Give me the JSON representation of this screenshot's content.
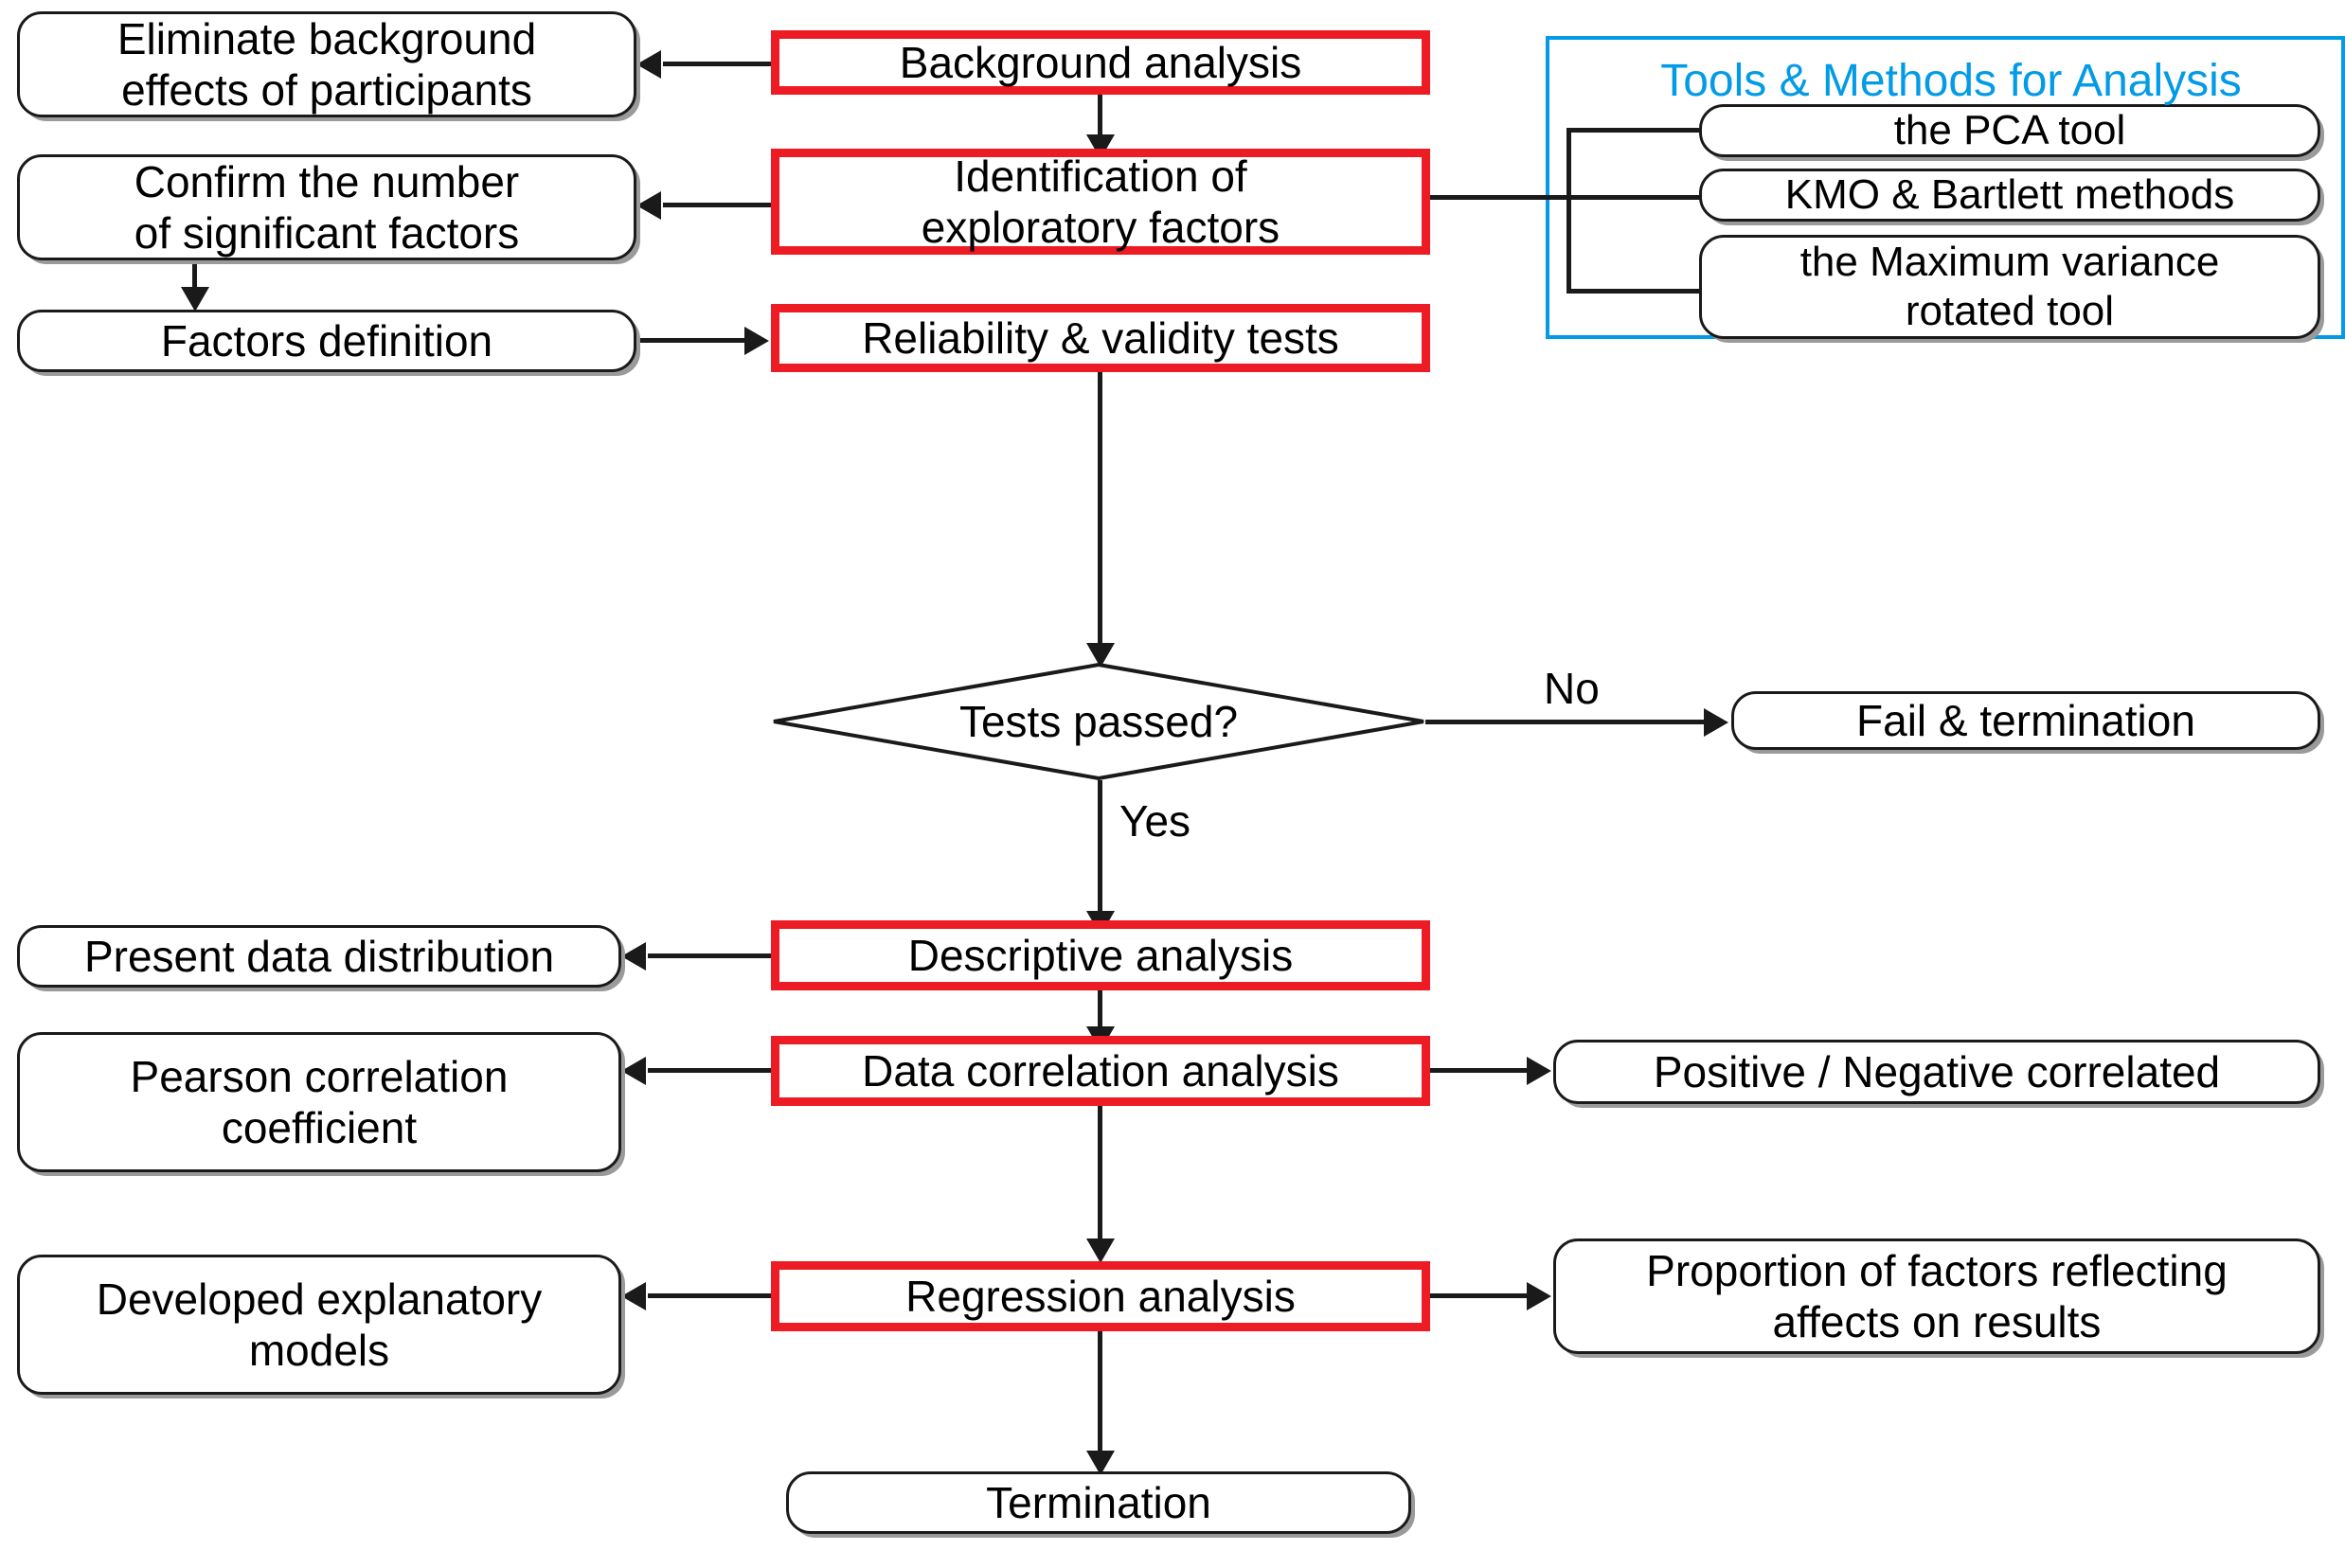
{
  "diagram": {
    "title": "Data analysis process flowchart",
    "colors": {
      "process_border": "#ED1C24",
      "panel_border": "#039BE5",
      "panel_title": "#039BE5",
      "node_border": "#1a1a1a",
      "connector": "#1a1a1a",
      "background": "#ffffff"
    }
  },
  "main_flow": {
    "background_analysis": "Background analysis",
    "identification": "Identification of\nexploratory factors",
    "reliability": "Reliability & validity tests",
    "decision": "Tests  passed?",
    "descriptive": "Descriptive analysis",
    "correlation": "Data correlation analysis",
    "regression": "Regression analysis",
    "termination": "Termination"
  },
  "left_outputs": {
    "eliminate": "Eliminate background\neffects of participants",
    "confirm": "Confirm the number\nof significant factors",
    "factors_definition": "Factors definition",
    "present_distribution": "Present data distribution",
    "pearson": "Pearson correlation\ncoefficient",
    "developed_models": "Developed explanatory\nmodels"
  },
  "right_outputs": {
    "fail": "Fail & termination",
    "correlated": "Positive / Negative correlated",
    "proportion": "Proportion of factors reflecting\naffects on results"
  },
  "tools_panel": {
    "title": "Tools & Methods for Analysis",
    "items": [
      {
        "label": "the PCA tool"
      },
      {
        "label": "KMO & Bartlett methods"
      },
      {
        "label": "the Maximum variance\nrotated tool"
      }
    ]
  },
  "edge_labels": {
    "no": "No",
    "yes": "Yes"
  }
}
